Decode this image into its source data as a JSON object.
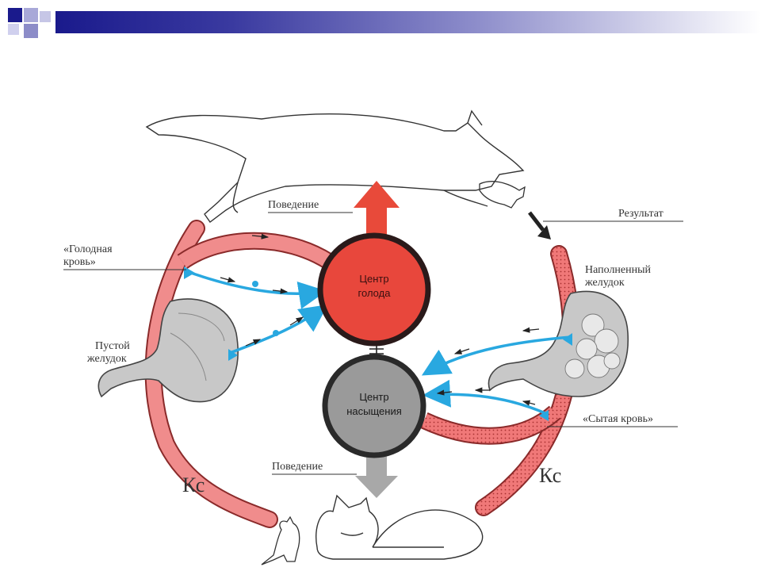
{
  "labels": {
    "behavior_top": "Поведение",
    "result": "Результат",
    "hungry_blood": "«Голодная кровь»",
    "hungry_blood_l1": "«Голодная",
    "hungry_blood_l2": "кровь»",
    "full_stomach_l1": "Наполненный",
    "full_stomach_l2": "желудок",
    "empty_stomach_l1": "Пустой",
    "empty_stomach_l2": "желудок",
    "hunger_center_l1": "Центр",
    "hunger_center_l2": "голода",
    "satiety_center_l1": "Центр",
    "satiety_center_l2": "насыщения",
    "fed_blood": "«Сытая кровь»",
    "behavior_bottom": "Поведение",
    "kc_left": "Кс",
    "kc_right": "Кс"
  },
  "colors": {
    "header_dark": "#1a1a8c",
    "vessel_pink": "#f08c8c",
    "vessel_dark": "#8a2a2a",
    "hunger_red": "#e8473c",
    "satiety_gray": "#9a9a9a",
    "nerve_blue": "#29a8e0",
    "arrow_red": "#e84a3a",
    "arrow_gray": "#a8a8a8"
  }
}
